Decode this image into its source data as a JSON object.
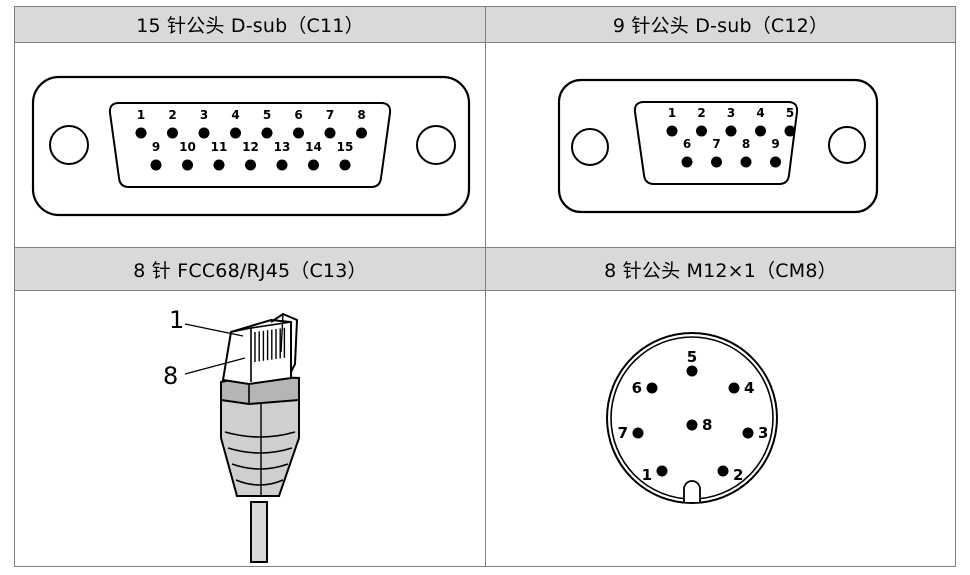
{
  "connectors": [
    {
      "header": "15 针公头  D-sub（C11）",
      "pins_row1": [
        "1",
        "2",
        "3",
        "4",
        "5",
        "6",
        "7",
        "8"
      ],
      "pins_row2": [
        "9",
        "10",
        "11",
        "12",
        "13",
        "14",
        "15"
      ]
    },
    {
      "header": "9 针公头  D-sub（C12）",
      "pins_row1": [
        "1",
        "2",
        "3",
        "4",
        "5"
      ],
      "pins_row2": [
        "6",
        "7",
        "8",
        "9"
      ]
    },
    {
      "header": "8 针  FCC68/RJ45（C13）",
      "callouts": [
        "1",
        "8"
      ]
    },
    {
      "header": "8 针公头  M12×1（CM8）",
      "pins": [
        "1",
        "2",
        "3",
        "4",
        "5",
        "6",
        "7",
        "8"
      ]
    }
  ],
  "colors": {
    "header_bg": "#d9d9d9",
    "border": "#7f7f7f",
    "plug_body": "#cfcfcf",
    "plug_dark": "#b5b5b5"
  }
}
